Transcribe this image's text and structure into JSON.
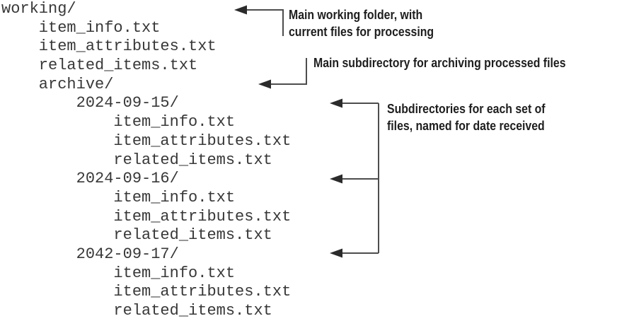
{
  "tree": {
    "entries": [
      {
        "indent": 0,
        "name": "working/",
        "type": "dir"
      },
      {
        "indent": 1,
        "name": "item_info.txt",
        "type": "file"
      },
      {
        "indent": 1,
        "name": "item_attributes.txt",
        "type": "file"
      },
      {
        "indent": 1,
        "name": "related_items.txt",
        "type": "file"
      },
      {
        "indent": 1,
        "name": "archive/",
        "type": "dir"
      },
      {
        "indent": 2,
        "name": "2024-09-15/",
        "type": "dir"
      },
      {
        "indent": 3,
        "name": "item_info.txt",
        "type": "file"
      },
      {
        "indent": 3,
        "name": "item_attributes.txt",
        "type": "file"
      },
      {
        "indent": 3,
        "name": "related_items.txt",
        "type": "file"
      },
      {
        "indent": 2,
        "name": "2024-09-16/",
        "type": "dir"
      },
      {
        "indent": 3,
        "name": "item_info.txt",
        "type": "file"
      },
      {
        "indent": 3,
        "name": "item_attributes.txt",
        "type": "file"
      },
      {
        "indent": 3,
        "name": "related_items.txt",
        "type": "file"
      },
      {
        "indent": 2,
        "name": "2042-09-17/",
        "type": "dir"
      },
      {
        "indent": 3,
        "name": "item_info.txt",
        "type": "file"
      },
      {
        "indent": 3,
        "name": "item_attributes.txt",
        "type": "file"
      },
      {
        "indent": 3,
        "name": "related_items.txt",
        "type": "file"
      }
    ]
  },
  "annotations": {
    "working_folder": {
      "line1": "Main working folder, with",
      "line2": "current files for processing"
    },
    "archive": {
      "text": "Main subdirectory for archiving processed files"
    },
    "date_subdirs": {
      "line1": "Subdirectories for each set of",
      "line2": "files, named for date received"
    }
  },
  "colors": {
    "tree_text": "#383838",
    "annotation_text": "#1e1e1e",
    "arrow_line": "#4d4d4d",
    "arrow_head": "#2b2b2b",
    "background": "#ffffff"
  }
}
